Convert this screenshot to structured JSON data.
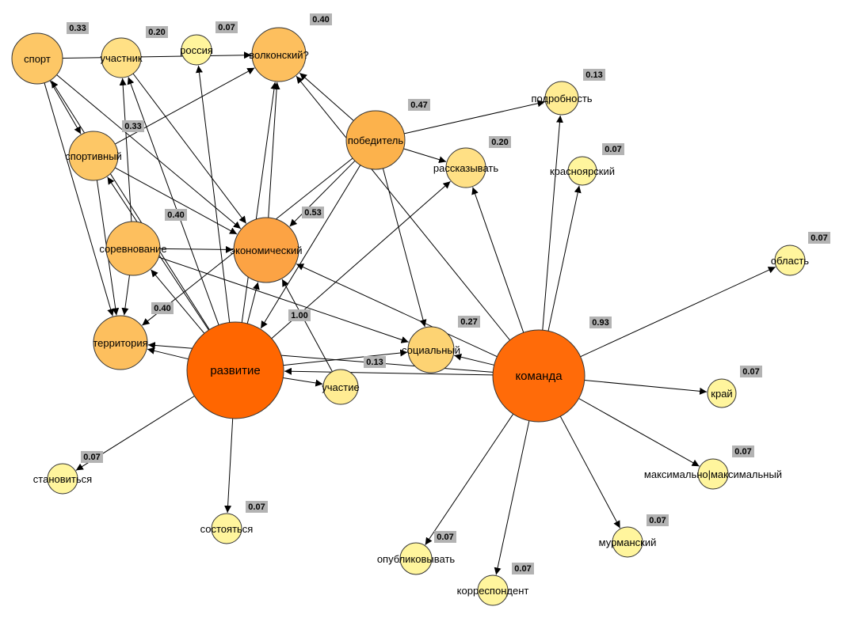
{
  "nodes": [
    {
      "id": "sport",
      "label": "спорт",
      "score": "0.33",
      "color": "#fdc766"
    },
    {
      "id": "uchastnik",
      "label": "участник",
      "score": "0.20",
      "color": "#ffe085"
    },
    {
      "id": "rossiya",
      "label": "россия",
      "score": "0.07",
      "color": "#fff59d"
    },
    {
      "id": "volkonsky",
      "label": "волконский?",
      "score": "0.40",
      "color": "#fdbf5e"
    },
    {
      "id": "sportivny",
      "label": "спортивный",
      "score": "0.33",
      "color": "#fdc766"
    },
    {
      "id": "pobeditel",
      "label": "победитель",
      "score": "0.47",
      "color": "#fcb24c"
    },
    {
      "id": "podrobnost",
      "label": "подробность",
      "score": "0.13",
      "color": "#ffec93"
    },
    {
      "id": "rasskazyvat",
      "label": "рассказывать",
      "score": "0.20",
      "color": "#ffe085"
    },
    {
      "id": "krasnoyarsky",
      "label": "красноярский",
      "score": "0.07",
      "color": "#fff59d"
    },
    {
      "id": "sorevnovanie",
      "label": "соревнование",
      "score": "0.40",
      "color": "#fdbf5e"
    },
    {
      "id": "ekonomichesky",
      "label": "экономический",
      "score": "0.53",
      "color": "#fca344"
    },
    {
      "id": "oblast",
      "label": "область",
      "score": "0.07",
      "color": "#fff59d"
    },
    {
      "id": "territoriya",
      "label": "территория",
      "score": "0.40",
      "color": "#fdbf5e"
    },
    {
      "id": "razvitie",
      "label": "развитие",
      "score": "1.00",
      "color": "#ff6600"
    },
    {
      "id": "socialny",
      "label": "социальный",
      "score": "0.27",
      "color": "#fdd373"
    },
    {
      "id": "uchastie",
      "label": "участие",
      "score": "0.13",
      "color": "#ffec93"
    },
    {
      "id": "komanda",
      "label": "команда",
      "score": "0.93",
      "color": "#ff6b09"
    },
    {
      "id": "krai",
      "label": "край",
      "score": "0.07",
      "color": "#fff59d"
    },
    {
      "id": "stanovitsya",
      "label": "становиться",
      "score": "0.07",
      "color": "#fff59d"
    },
    {
      "id": "maksimalno",
      "label": "максимально|максимальный",
      "score": "0.07",
      "color": "#fff59d"
    },
    {
      "id": "sostoyatsya",
      "label": "состояться",
      "score": "0.07",
      "color": "#fff59d"
    },
    {
      "id": "murmansky",
      "label": "мурманский",
      "score": "0.07",
      "color": "#fff59d"
    },
    {
      "id": "opublikovyvat",
      "label": "опубликовывать",
      "score": "0.07",
      "color": "#fff59d"
    },
    {
      "id": "korrespondent",
      "label": "корреспондент",
      "score": "0.07",
      "color": "#fff59d"
    }
  ],
  "edges": [
    [
      "sport",
      "volkonsky"
    ],
    [
      "sport",
      "sportivny"
    ],
    [
      "sport",
      "ekonomichesky"
    ],
    [
      "sport",
      "territoriya"
    ],
    [
      "uchastnik",
      "ekonomichesky"
    ],
    [
      "sportivny",
      "volkonsky"
    ],
    [
      "sportivny",
      "ekonomichesky"
    ],
    [
      "sportivny",
      "territoriya"
    ],
    [
      "sorevnovanie",
      "uchastnik"
    ],
    [
      "sorevnovanie",
      "territoriya"
    ],
    [
      "sorevnovanie",
      "ekonomichesky"
    ],
    [
      "sorevnovanie",
      "socialny"
    ],
    [
      "ekonomichesky",
      "volkonsky"
    ],
    [
      "pobeditel",
      "volkonsky"
    ],
    [
      "pobeditel",
      "podrobnost"
    ],
    [
      "pobeditel",
      "rasskazyvat"
    ],
    [
      "pobeditel",
      "ekonomichesky"
    ],
    [
      "pobeditel",
      "territoriya"
    ],
    [
      "pobeditel",
      "socialny"
    ],
    [
      "pobeditel",
      "razvitie"
    ],
    [
      "razvitie",
      "sport"
    ],
    [
      "razvitie",
      "uchastnik"
    ],
    [
      "razvitie",
      "rossiya"
    ],
    [
      "razvitie",
      "volkonsky"
    ],
    [
      "razvitie",
      "sportivny"
    ],
    [
      "razvitie",
      "sorevnovanie"
    ],
    [
      "razvitie",
      "ekonomichesky"
    ],
    [
      "razvitie",
      "territoriya"
    ],
    [
      "razvitie",
      "rasskazyvat"
    ],
    [
      "razvitie",
      "socialny"
    ],
    [
      "razvitie",
      "uchastie"
    ],
    [
      "razvitie",
      "stanovitsya"
    ],
    [
      "razvitie",
      "sostoyatsya"
    ],
    [
      "uchastie",
      "ekonomichesky"
    ],
    [
      "komanda",
      "volkonsky"
    ],
    [
      "komanda",
      "podrobnost"
    ],
    [
      "komanda",
      "krasnoyarsky"
    ],
    [
      "komanda",
      "rasskazyvat"
    ],
    [
      "komanda",
      "ekonomichesky"
    ],
    [
      "komanda",
      "socialny"
    ],
    [
      "komanda",
      "razvitie"
    ],
    [
      "komanda",
      "territoriya"
    ],
    [
      "komanda",
      "oblast"
    ],
    [
      "komanda",
      "krai"
    ],
    [
      "komanda",
      "maksimalno"
    ],
    [
      "komanda",
      "murmansky"
    ],
    [
      "komanda",
      "opublikovyvat"
    ],
    [
      "komanda",
      "korrespondent"
    ]
  ]
}
